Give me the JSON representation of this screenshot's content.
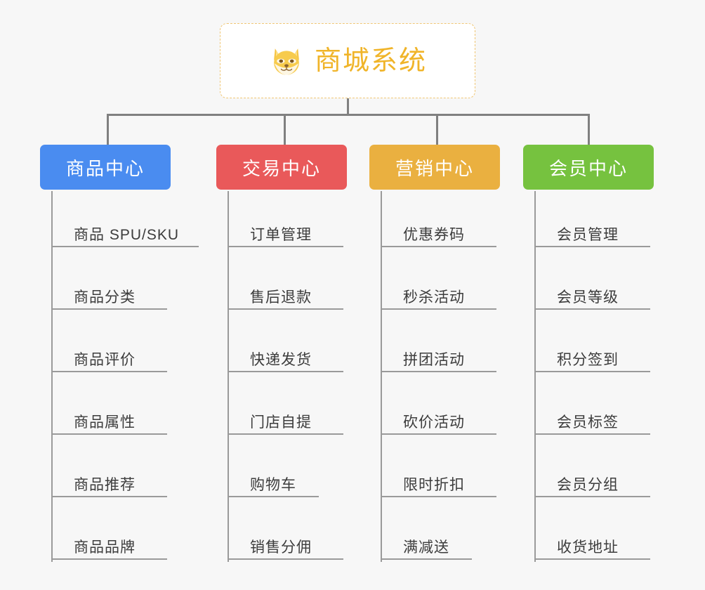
{
  "root": {
    "title": "商城系统",
    "icon": "shiba-dog-emoji",
    "text_color": "#f0b429",
    "border_color": "#f0c674"
  },
  "colors": {
    "background": "#f7f7f7",
    "connector": "#808080",
    "branch_line": "#9a9a9a",
    "leaf_text": "#3c3c3c"
  },
  "branches": [
    {
      "label": "商品中心",
      "color": "#4a8cf0",
      "leaves": [
        "商品 SPU/SKU",
        "商品分类",
        "商品评价",
        "商品属性",
        "商品推荐",
        "商品品牌"
      ]
    },
    {
      "label": "交易中心",
      "color": "#e9595a",
      "leaves": [
        "订单管理",
        "售后退款",
        "快递发货",
        "门店自提",
        "购物车",
        "销售分佣"
      ]
    },
    {
      "label": "营销中心",
      "color": "#eab040",
      "leaves": [
        "优惠券码",
        "秒杀活动",
        "拼团活动",
        "砍价活动",
        "限时折扣",
        "满减送"
      ]
    },
    {
      "label": "会员中心",
      "color": "#76c23f",
      "leaves": [
        "会员管理",
        "会员等级",
        "积分签到",
        "会员标签",
        "会员分组",
        "收货地址"
      ]
    }
  ]
}
